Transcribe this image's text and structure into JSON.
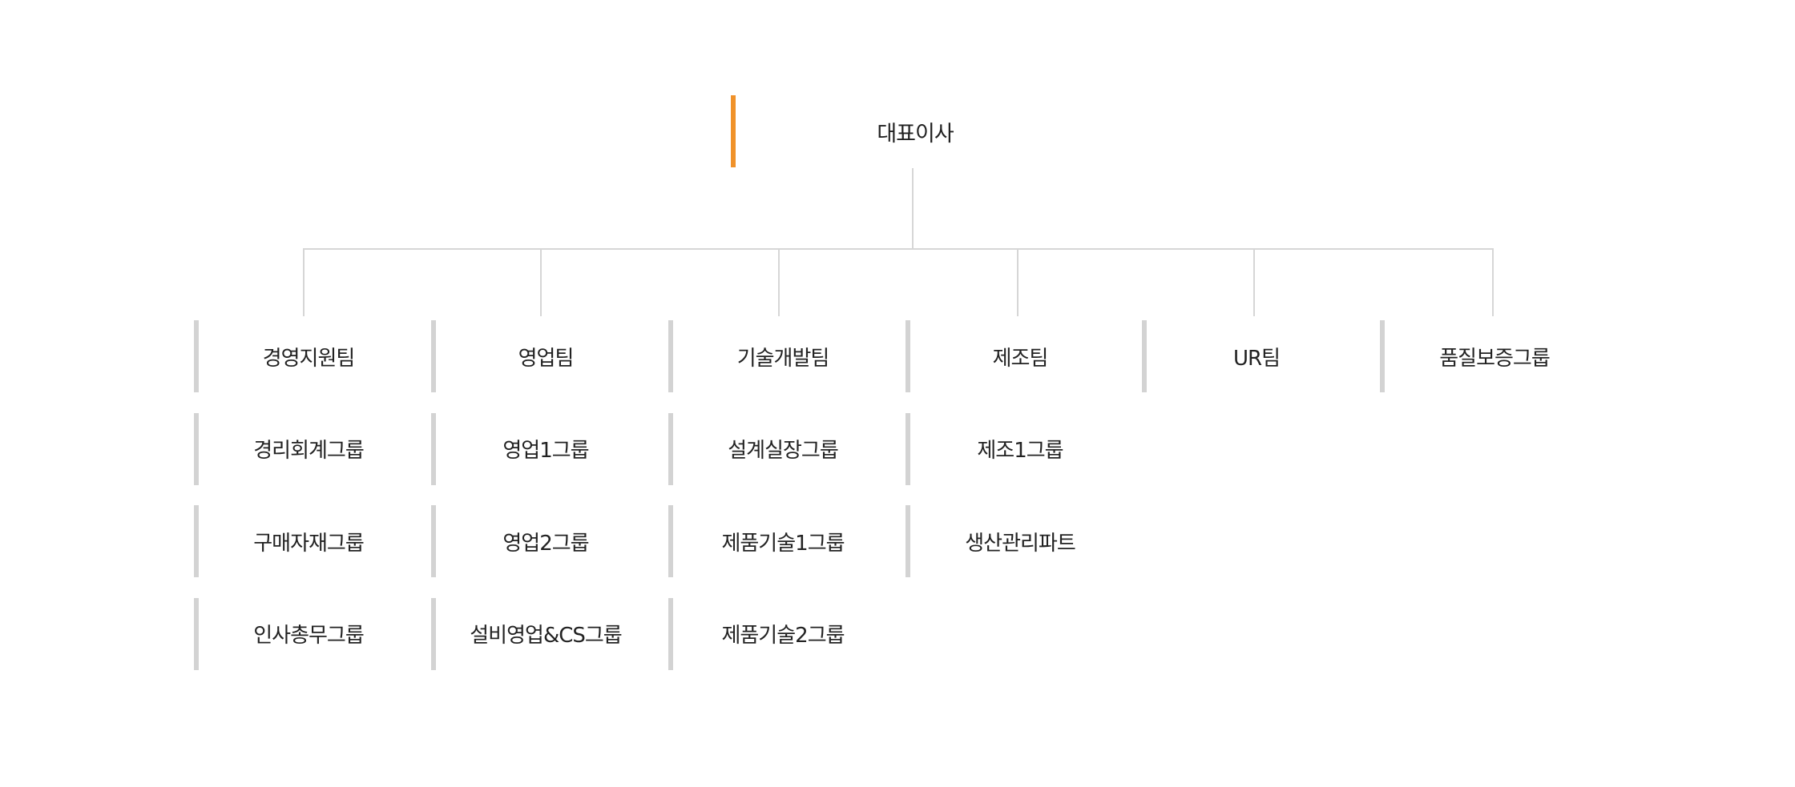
{
  "ceo": "대표이사",
  "colors": {
    "accent": "#f0922a",
    "line": "#d6d6d6",
    "bar": "#d3d3d3"
  },
  "columns": [
    {
      "team": "경영지원팀",
      "groups": [
        "경리회계그룹",
        "구매자재그룹",
        "인사총무그룹"
      ]
    },
    {
      "team": "영업팀",
      "groups": [
        "영업1그룹",
        "영업2그룹",
        "설비영업&CS그룹"
      ]
    },
    {
      "team": "기술개발팀",
      "groups": [
        "설계실장그룹",
        "제품기술1그룹",
        "제품기술2그룹"
      ]
    },
    {
      "team": "제조팀",
      "groups": [
        "제조1그룹",
        "생산관리파트"
      ]
    },
    {
      "team": "UR팀",
      "groups": []
    },
    {
      "team": "품질보증그룹",
      "groups": []
    }
  ]
}
